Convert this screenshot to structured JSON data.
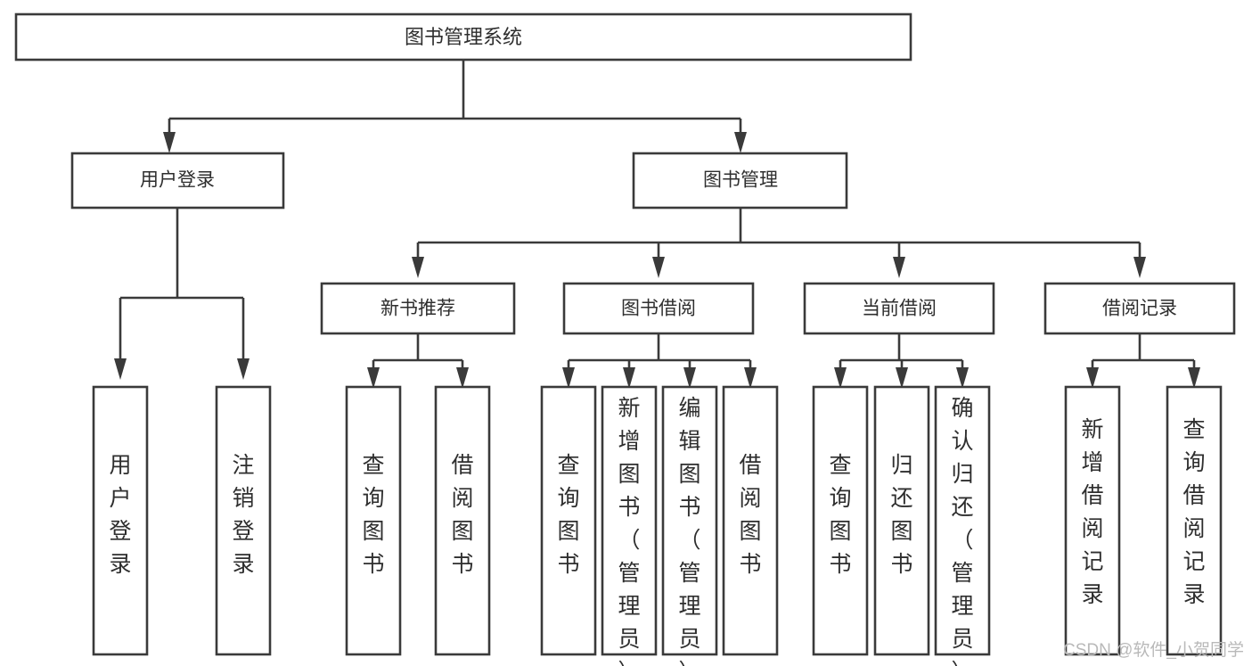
{
  "diagram": {
    "type": "tree",
    "title": "图书管理系统",
    "orientation": "top-down",
    "background_color": "#ffffff",
    "line_color": "#3a3a3a",
    "text_color": "#2e2e2e",
    "root": {
      "label": "图书管理系统",
      "level": 0
    },
    "level1": [
      {
        "label": "用户登录"
      },
      {
        "label": "图书管理"
      }
    ],
    "level2": [
      {
        "label": "新书推荐",
        "parent": "图书管理"
      },
      {
        "label": "图书借阅",
        "parent": "图书管理"
      },
      {
        "label": "当前借阅",
        "parent": "图书管理"
      },
      {
        "label": "借阅记录",
        "parent": "图书管理"
      }
    ],
    "leaves": {
      "user_login": [
        {
          "label": "用户登录"
        },
        {
          "label": "注销登录"
        }
      ],
      "new_book": [
        {
          "label": "查询图书"
        },
        {
          "label": "借阅图书"
        }
      ],
      "book_borrow": [
        {
          "label": "查询图书"
        },
        {
          "label": "新增图书（管理员）"
        },
        {
          "label": "编辑图书（管理员）"
        },
        {
          "label": "借阅图书"
        }
      ],
      "current_borrow": [
        {
          "label": "查询图书"
        },
        {
          "label": "归还图书"
        },
        {
          "label": "确认归还（管理员）"
        }
      ],
      "borrow_record": [
        {
          "label": "新增借阅记录"
        },
        {
          "label": "查询借阅记录"
        }
      ]
    }
  },
  "watermark": {
    "text": "CSDN @软件_小贺同学",
    "color": "#b9b9b9"
  }
}
